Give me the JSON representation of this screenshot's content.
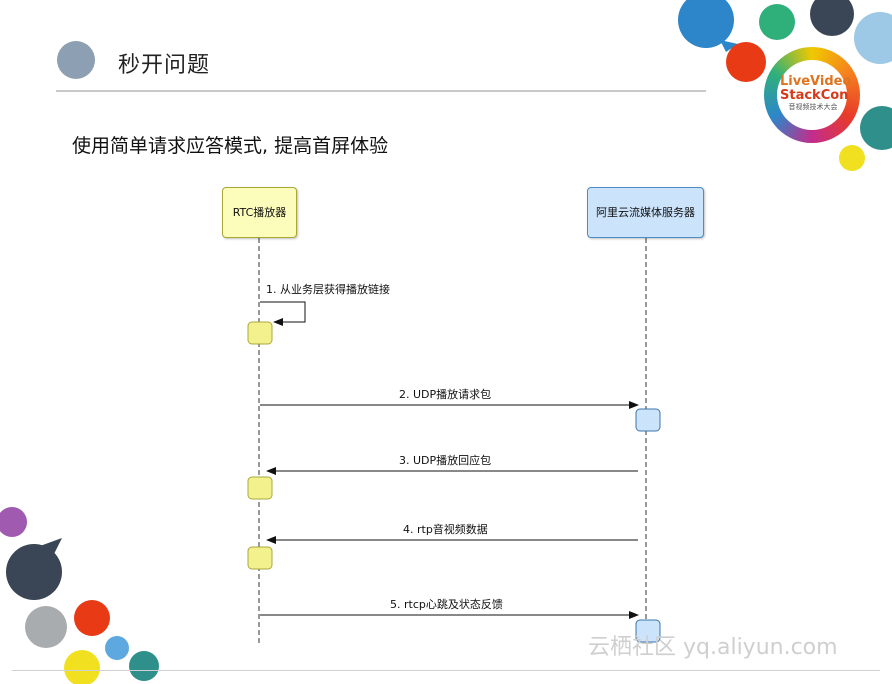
{
  "slide": {
    "title": "秒开问题",
    "subtitle": "使用简单请求应答模式, 提高首屏体验"
  },
  "diagram": {
    "actors": [
      {
        "label": "RTC播放器",
        "color": "#fdfdbb"
      },
      {
        "label": "阿里云流媒体服务器",
        "color": "#cbe4fb"
      }
    ],
    "messages": [
      {
        "label": "1. 从业务层获得播放链接",
        "from": "RTC播放器",
        "to": "RTC播放器"
      },
      {
        "label": "2. UDP播放请求包",
        "from": "RTC播放器",
        "to": "阿里云流媒体服务器"
      },
      {
        "label": "3. UDP播放回应包",
        "from": "阿里云流媒体服务器",
        "to": "RTC播放器"
      },
      {
        "label": "4. rtp音视频数据",
        "from": "阿里云流媒体服务器",
        "to": "RTC播放器"
      },
      {
        "label": "5. rtcp心跳及状态反馈",
        "from": "RTC播放器",
        "to": "阿里云流媒体服务器"
      }
    ]
  },
  "logo": {
    "line1": "LiveVideo",
    "line2": "StackCon",
    "line3": "音视频技术大会"
  },
  "watermark": "云栖社区 yq.aliyun.com",
  "colors": {
    "accent_yellow": "#fdfdbb",
    "accent_blue": "#cbe4fb",
    "title_circle": "#8da0b3"
  }
}
